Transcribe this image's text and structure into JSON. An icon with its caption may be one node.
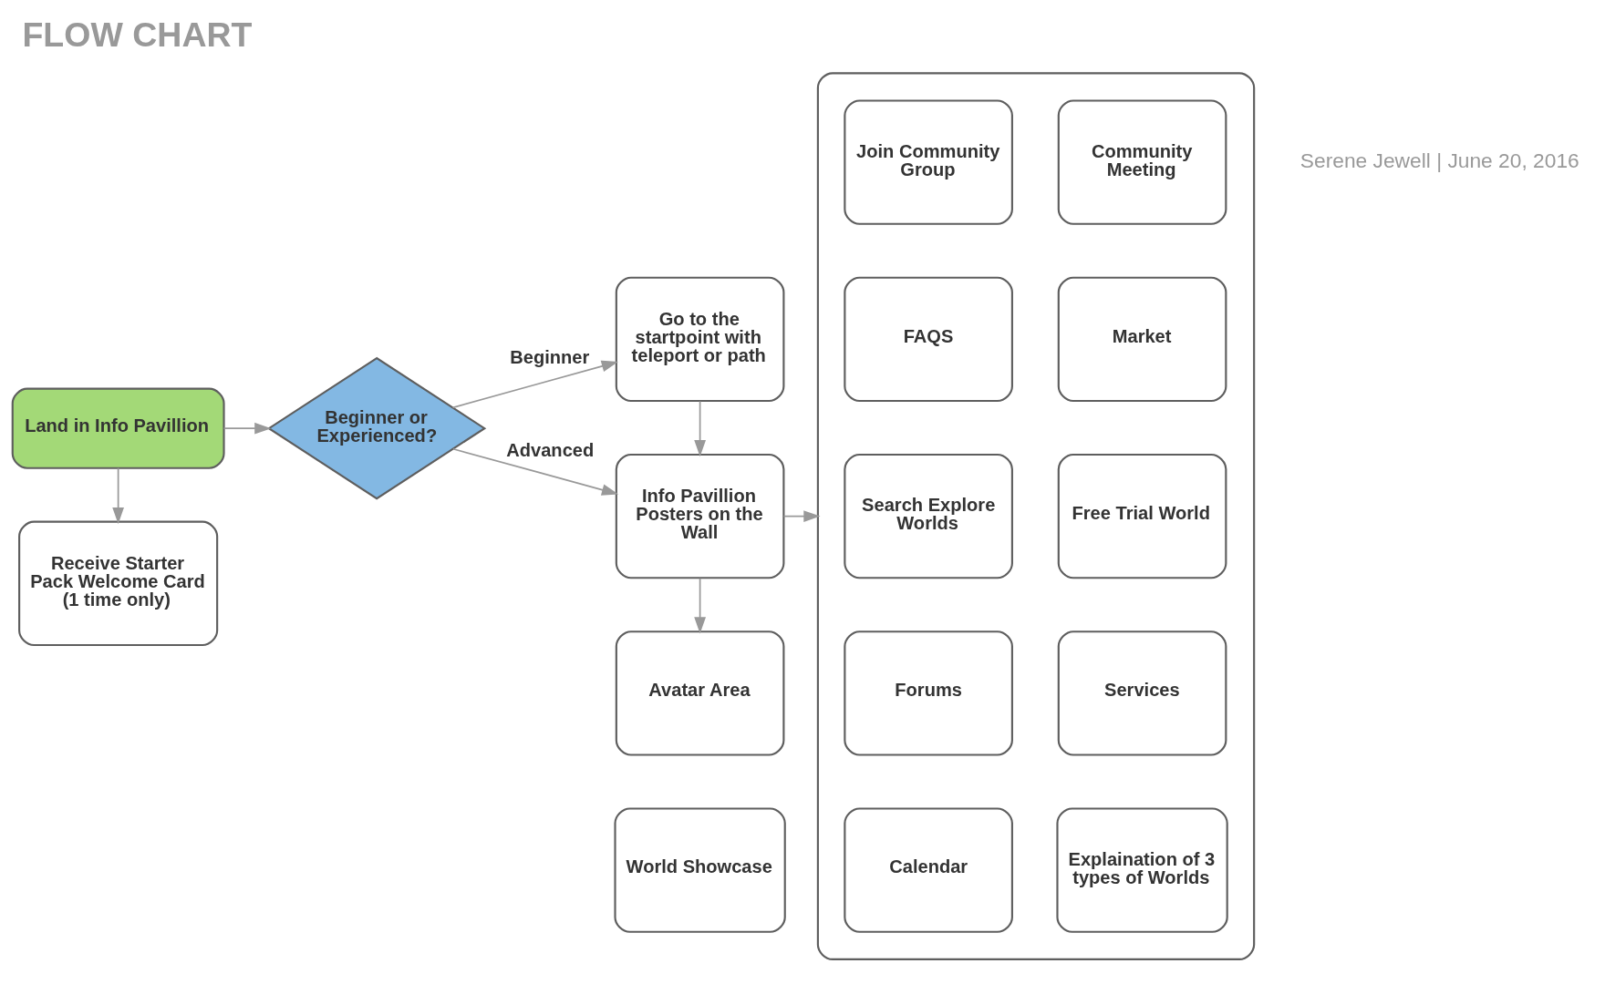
{
  "diagram": {
    "title": "FLOW CHART",
    "nodes": [
      {
        "text": [
          "Land in Info Pavillion"
        ]
      },
      {
        "text": [
          "Receive Starter Pack Welcome Card (1 time only)"
        ]
      },
      {
        "text": [
          "Beginner or Experienced?"
        ]
      },
      {
        "text": [
          "Go to the startpoint with teleport or path"
        ]
      },
      {
        "text": [
          "Info Pavillion Posters on the Wall"
        ]
      },
      {
        "text": [
          "Avatar Area"
        ]
      },
      {
        "text": [
          "World Showcase"
        ]
      },
      {
        "text": [],
        "shape": "box"
      },
      {
        "text": [
          "Join Community Group"
        ],
        "in": 7
      },
      {
        "text": [
          "Community Meeting"
        ],
        "in": 7
      },
      {
        "text": [
          "FAQS"
        ],
        "in": 7
      },
      {
        "text": [
          "Market"
        ],
        "in": 7
      },
      {
        "text": [
          "Search Explore Worlds"
        ],
        "in": 7
      },
      {
        "text": [
          "Free Trial World"
        ],
        "in": 7
      },
      {
        "text": [
          "Forums"
        ],
        "in": 7
      },
      {
        "text": [
          "Services"
        ],
        "in": 7
      },
      {
        "text": [
          "Calendar"
        ],
        "in": 7
      },
      {
        "text": [
          "Explaination of 3 types of Worlds"
        ],
        "in": 7
      }
    ],
    "edges": [
      {
        "from": 0,
        "to": 2,
        "arrow": "to"
      },
      {
        "from": 0,
        "to": 1,
        "arrow": "to"
      },
      {
        "from": 2,
        "to": 3,
        "label": "Beginner",
        "arrow": "to"
      },
      {
        "from": 2,
        "to": 4,
        "label": "Advanced",
        "arrow": "to"
      },
      {
        "from": 3,
        "to": 4,
        "arrow": "to"
      },
      {
        "from": 4,
        "to": 5,
        "arrow": "to"
      },
      {
        "from": 4,
        "to": 7,
        "arrow": "to"
      }
    ],
    "labels": [
      "Serene Jewell | June 20, 2016"
    ]
  }
}
